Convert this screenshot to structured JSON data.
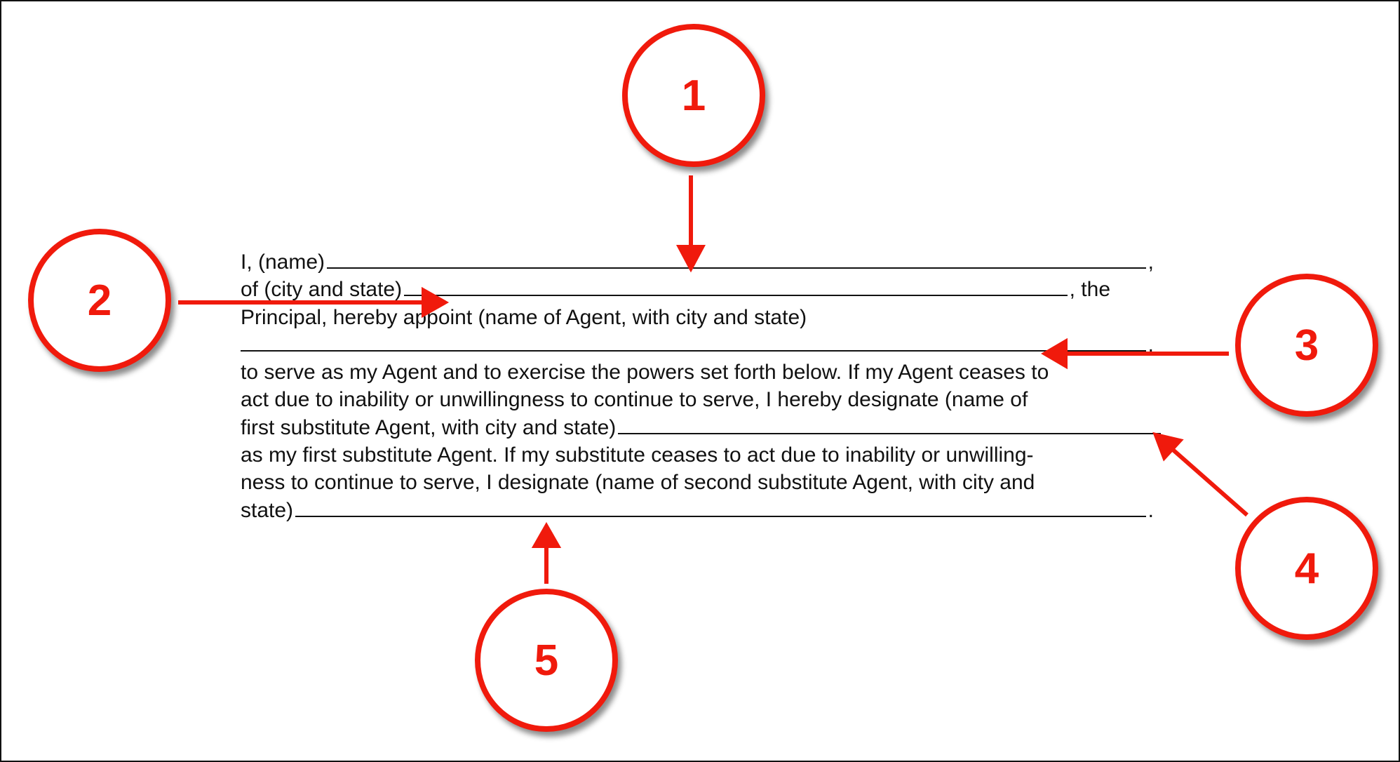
{
  "document": {
    "lines": [
      {
        "before": "I, (name)",
        "after": ","
      },
      {
        "before": "of (city and state)",
        "after": ", the"
      },
      {
        "text": "Principal, hereby appoint (name of Agent, with city and state)"
      },
      {
        "before": "",
        "after": "."
      },
      {
        "text": "to serve as my Agent and to exercise the powers set forth below. If my Agent ceases to"
      },
      {
        "text": "act due to inability or unwillingness to continue to serve, I hereby designate (name of"
      },
      {
        "before": "first substitute Agent, with city and state)",
        "after": ""
      },
      {
        "text": "as my first substitute Agent. If my substitute ceases to act due to inability or unwilling-"
      },
      {
        "text": "ness to continue to serve, I designate (name of second substitute Agent, with city and"
      },
      {
        "before": "state)",
        "after": "."
      }
    ]
  },
  "callouts": [
    {
      "number": "1"
    },
    {
      "number": "2"
    },
    {
      "number": "3"
    },
    {
      "number": "4"
    },
    {
      "number": "5"
    }
  ],
  "colors": {
    "annotation": "#f01a0c",
    "text": "#111111"
  }
}
